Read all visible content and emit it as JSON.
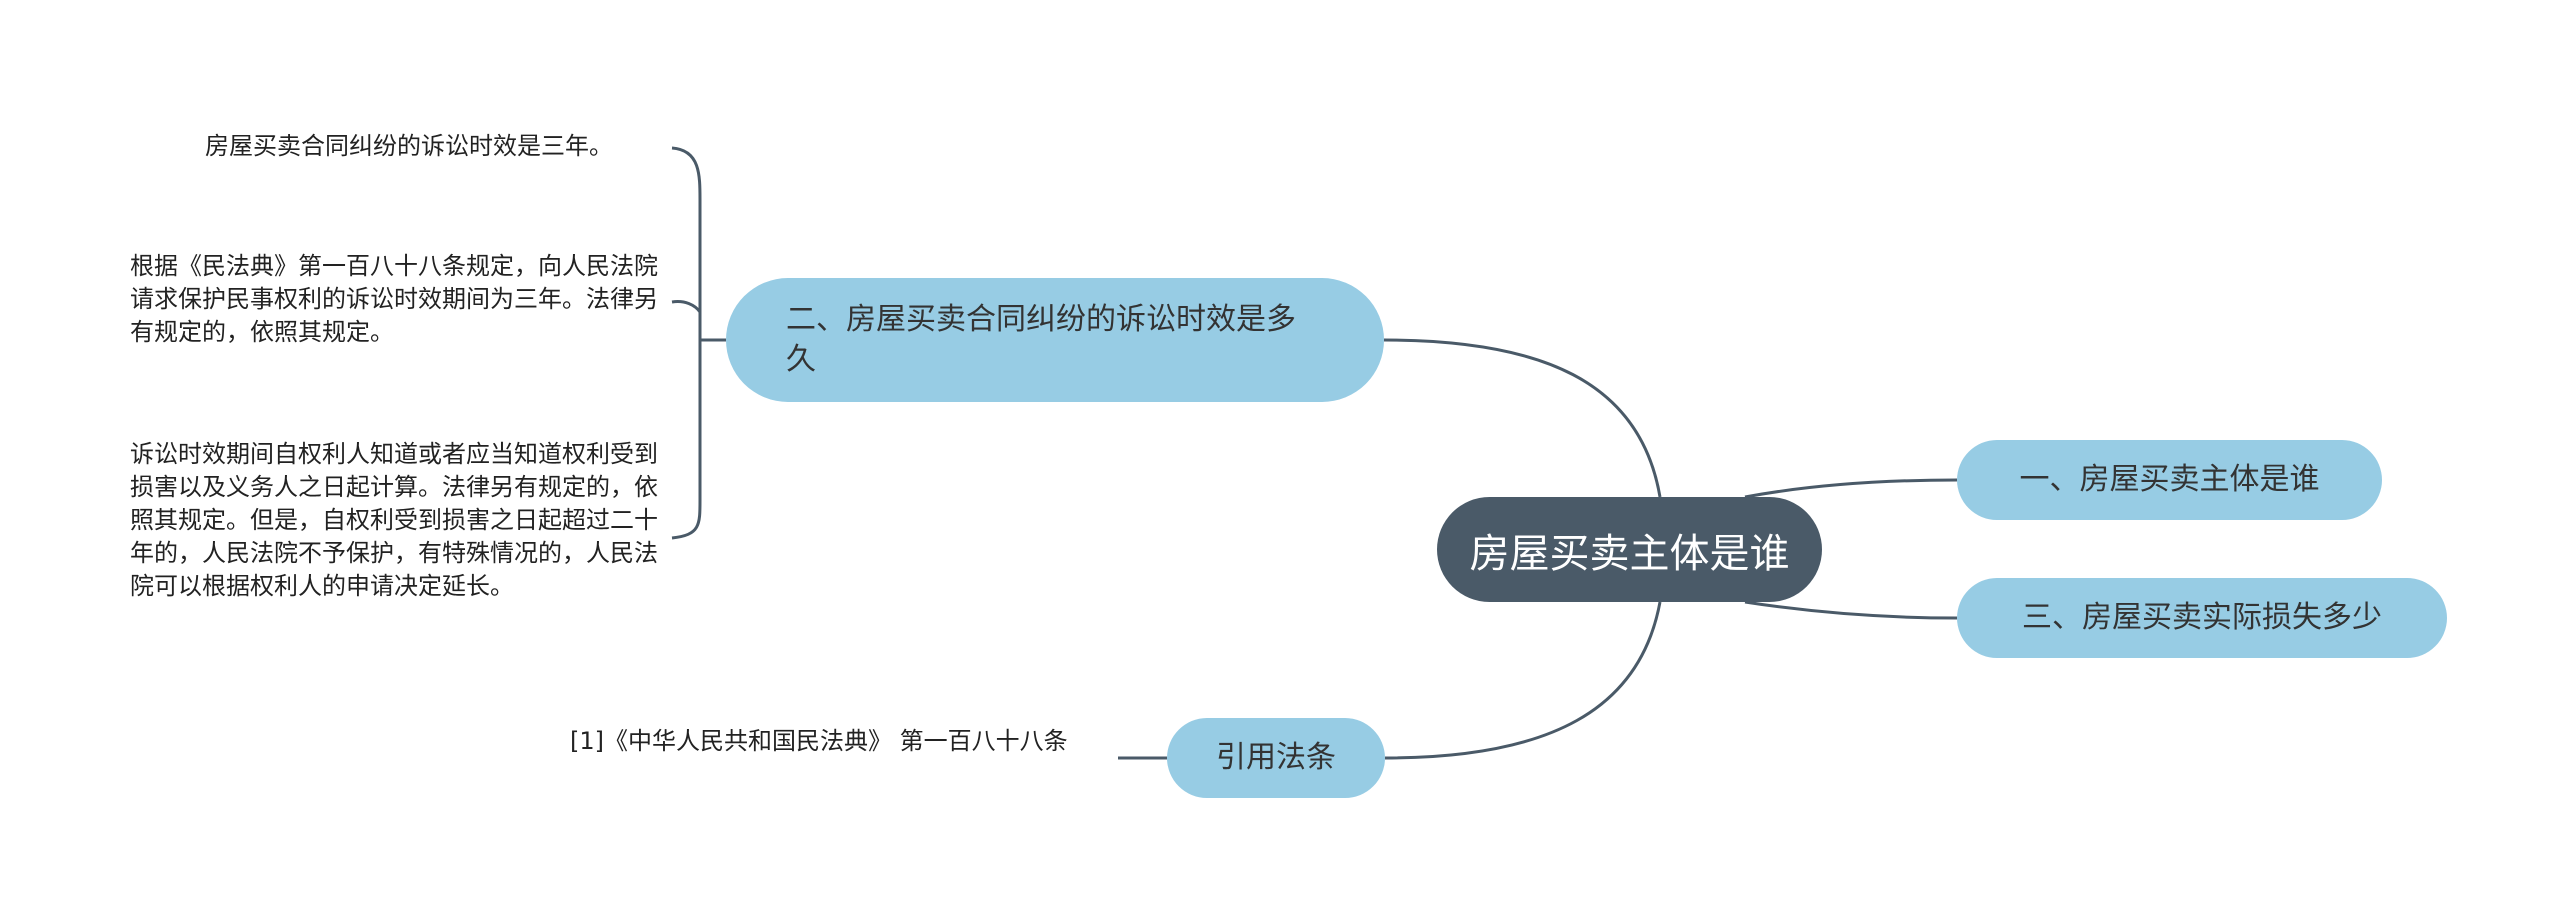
{
  "root": {
    "label": "房屋买卖主体是谁"
  },
  "topics": {
    "t1": "一、房屋买卖主体是谁",
    "t2": "二、房屋买卖合同纠纷的诉讼时效是多久",
    "t3": "三、房屋买卖实际损失多少",
    "t4": "引用法条"
  },
  "leaves": {
    "t2_1": "房屋买卖合同纠纷的诉讼时效是三年。",
    "t2_2": "根据《民法典》第一百八十八条规定，向人民法院请求保护民事权利的诉讼时效期间为三年。法律另有规定的，依照其规定。",
    "t2_3": "诉讼时效期间自权利人知道或者应当知道权利受到损害以及义务人之日起计算。法律另有规定的，依照其规定。但是，自权利受到损害之日起超过二十年的，人民法院不予保护，有特殊情况的，人民法院可以根据权利人的申请决定延长。",
    "t4_1": "[1]《中华人民共和国民法典》 第一百八十八条"
  },
  "colors": {
    "root_bg": "#4a5a68",
    "topic_bg": "#97cce4",
    "connector": "#4a5a68",
    "background": "#ffffff"
  }
}
